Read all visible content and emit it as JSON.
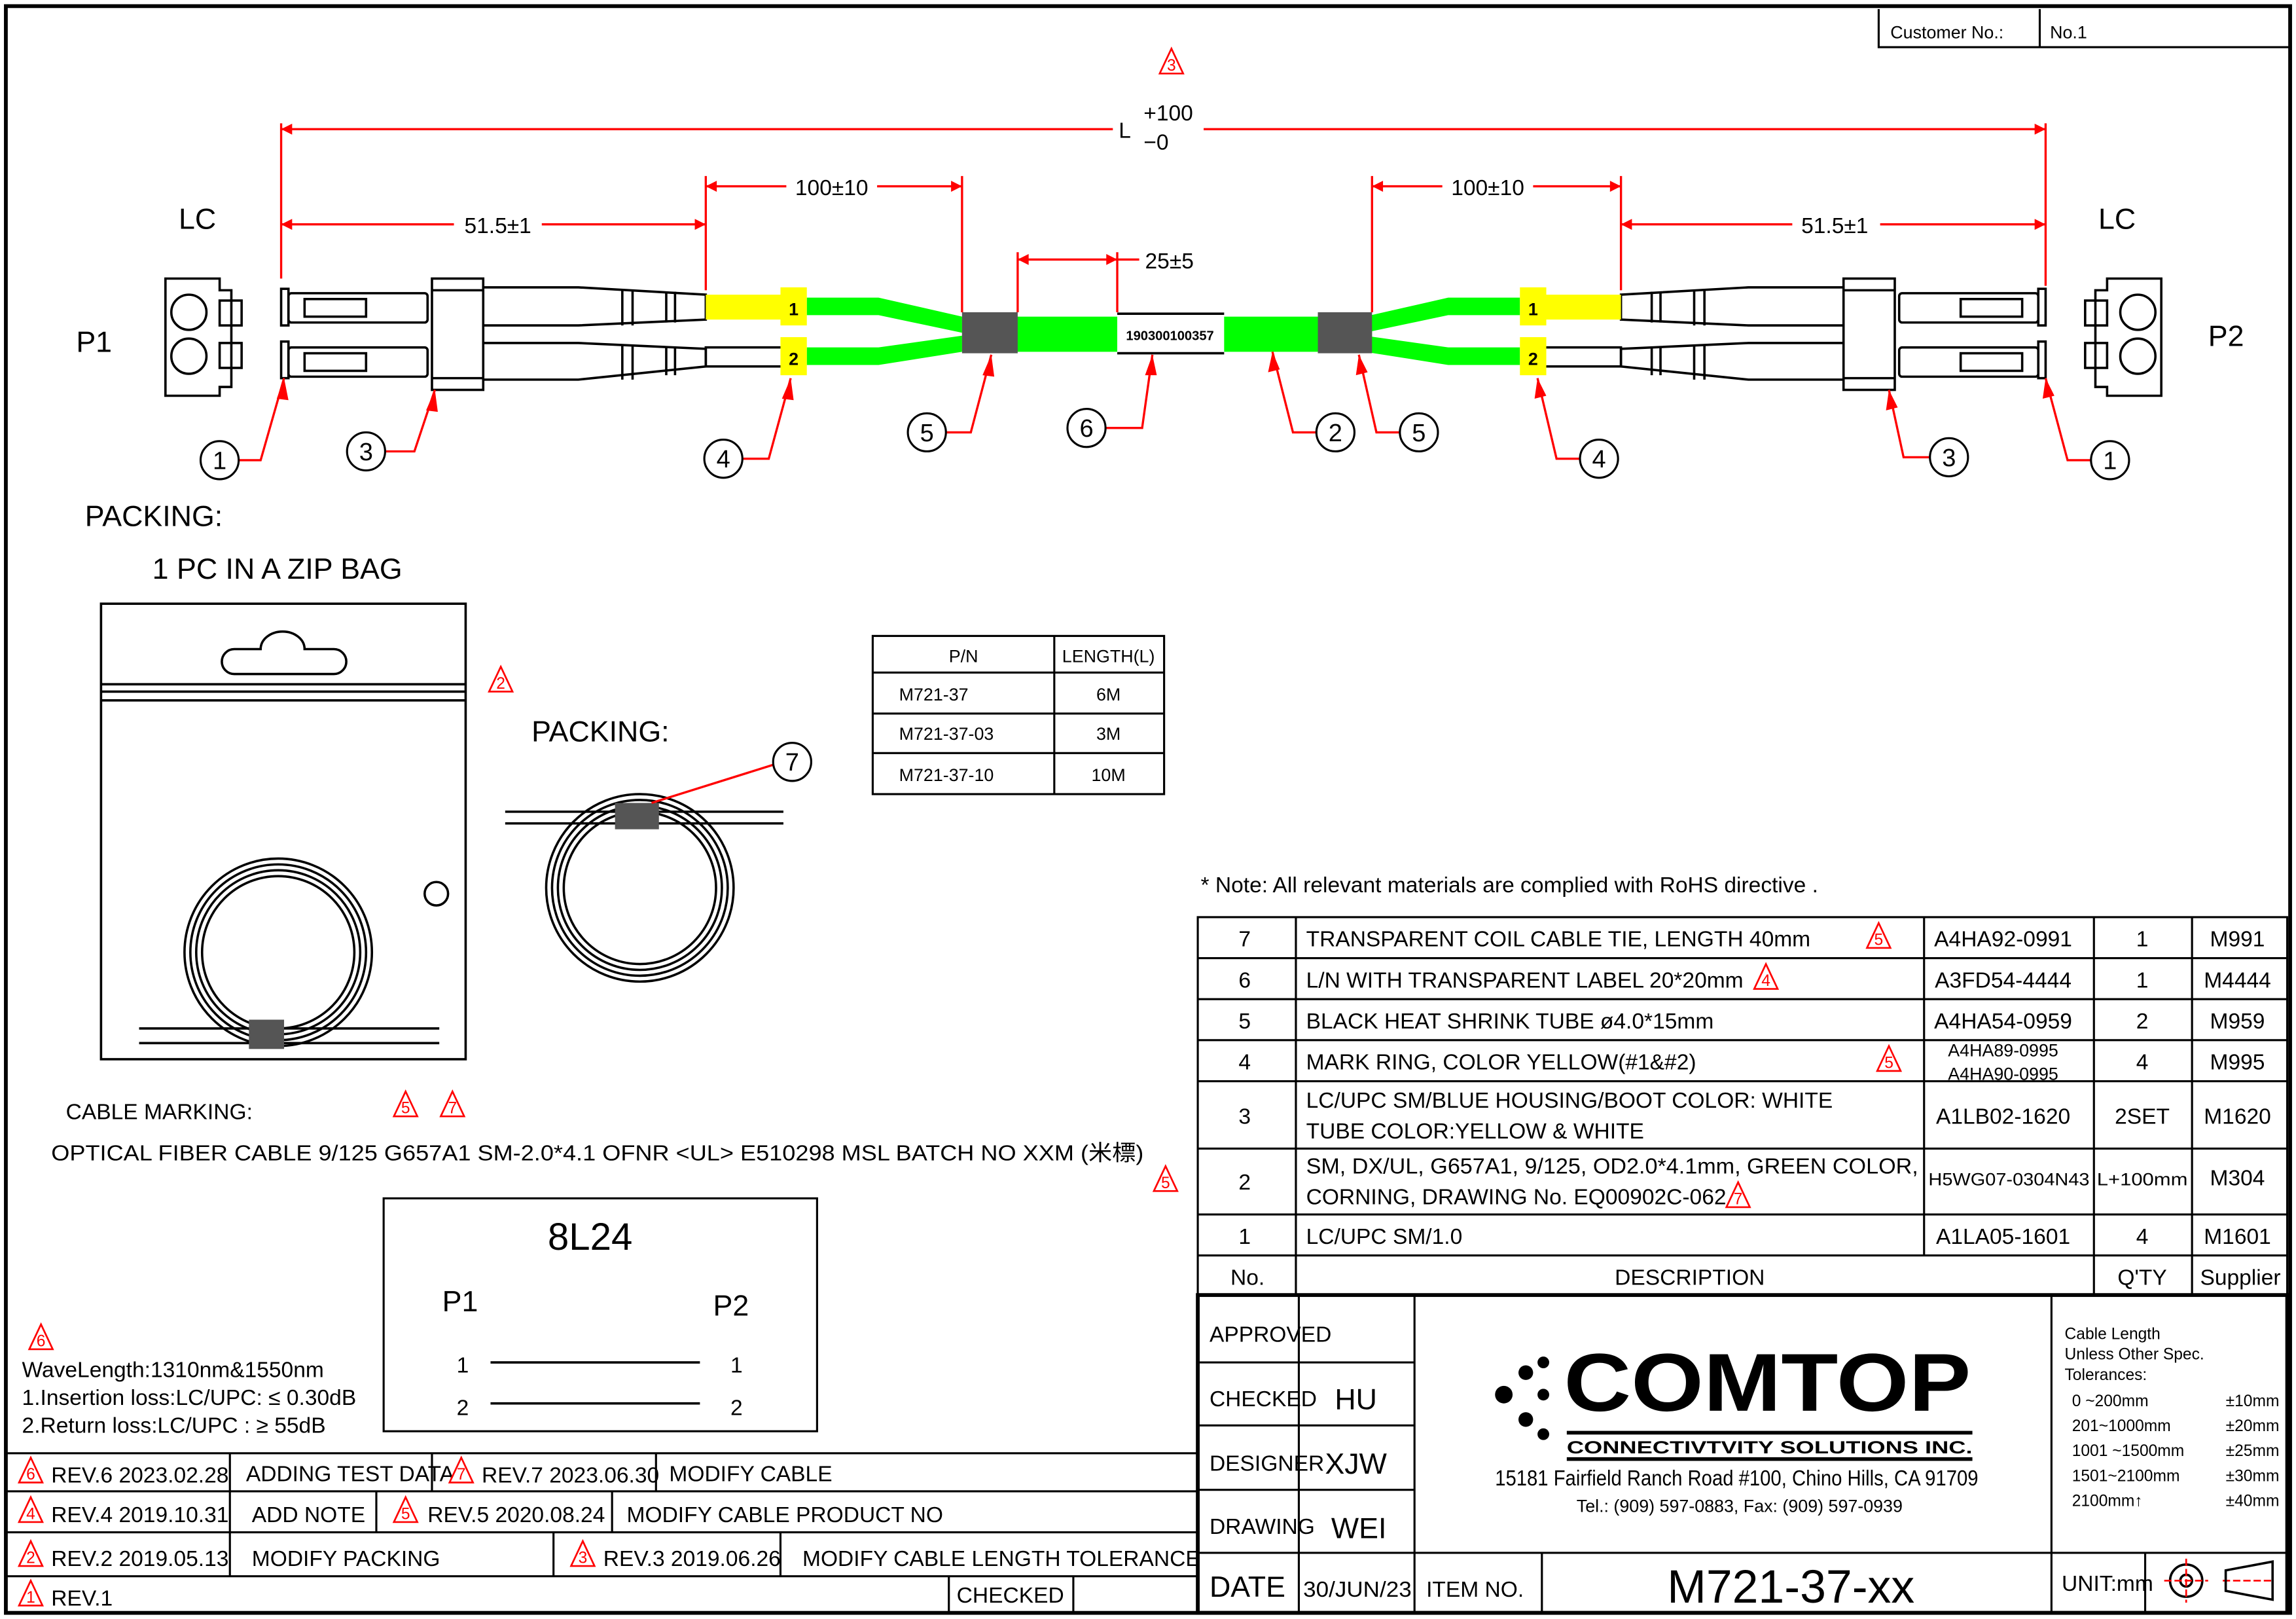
{
  "customer": {
    "label": "Customer No.:",
    "value": "No.1"
  },
  "dimensions": {
    "L": "L",
    "L_plus": "+100",
    "L_minus": "−0",
    "left_conn": "51.5±1",
    "left_breakout": "100±10",
    "label_offset": "25±5",
    "right_breakout": "100±10",
    "right_conn": "51.5±1"
  },
  "connectors": {
    "left_type": "LC",
    "right_type": "LC",
    "left_port": "P1",
    "right_port": "P2"
  },
  "cable": {
    "label_number": "190300100357",
    "ring_1": "1",
    "ring_2": "2",
    "color_green": "#00ff00",
    "color_yellow": "#ffff00",
    "color_shrink": "#555555"
  },
  "balloons": [
    "1",
    "3",
    "4",
    "5",
    "6",
    "2",
    "5",
    "4",
    "3",
    "1"
  ],
  "rev_markers": {
    "top": "3",
    "packing": "2",
    "marking_a": "5",
    "marking_b": "7",
    "marking_c": "5",
    "test": "6"
  },
  "packing": {
    "title": "PACKING:",
    "desc": "1 PC IN A ZIP BAG",
    "title2": "PACKING:",
    "balloon": "7"
  },
  "pn_table": {
    "headers": [
      "P/N",
      "LENGTH(L)"
    ],
    "rows": [
      [
        "M721-37",
        "6M"
      ],
      [
        "M721-37-03",
        "3M"
      ],
      [
        "M721-37-10",
        "10M"
      ]
    ]
  },
  "note": "* Note: All relevant materials are complied with RoHS directive .",
  "cable_marking": {
    "title": "CABLE MARKING:",
    "text": "OPTICAL FIBER CABLE 9/125   G657A1  SM-2.0*4.1  OFNR  <UL>  E510298   MSL   BATCH NO XXM (米標)"
  },
  "test_data": {
    "wavelength": "WaveLength:1310nm&1550nm",
    "insertion": "1.Insertion  loss:LC/UPC: ≤ 0.30dB",
    "return": "2.Return  loss:LC/UPC  : ≥ 55dB"
  },
  "wiring": {
    "title": "8L24",
    "p1": "P1",
    "p2": "P2",
    "l1": "1",
    "l2": "2",
    "r1": "1",
    "r2": "2"
  },
  "bom": {
    "rows": [
      {
        "no": "7",
        "desc": "TRANSPARENT  COIL  CABLE  TIE,  LENGTH  40mm",
        "rev": "5",
        "part": "A4HA92-0991",
        "qty": "1",
        "supplier": "M991"
      },
      {
        "no": "6",
        "desc": "L/N  WITH  TRANSPARENT  LABEL  20*20mm",
        "rev": "4",
        "part": "A3FD54-4444",
        "qty": "1",
        "supplier": "M4444"
      },
      {
        "no": "5",
        "desc": "BLACK  HEAT  SHRINK  TUBE  ø4.0*15mm",
        "part": "A4HA54-0959",
        "qty": "2",
        "supplier": "M959"
      },
      {
        "no": "4",
        "desc": "MARK  RING,  COLOR  YELLOW(#1&#2)",
        "rev": "5",
        "part": "A4HA89-0995",
        "part2": "A4HA90-0995",
        "qty": "4",
        "supplier": "M995"
      },
      {
        "no": "3",
        "desc": "LC/UPC  SM/BLUE  HOUSING/BOOT  COLOR:  WHITE",
        "desc2": "TUBE  COLOR:YELLOW  &  WHITE",
        "part": "A1LB02-1620",
        "qty": "2SET",
        "supplier": "M1620"
      },
      {
        "no": "2",
        "desc": "SM,  DX/UL,  G657A1,  9/125,  OD2.0*4.1mm,  GREEN  COLOR,",
        "desc2": "CORNING,  DRAWING  No.  EQ00902C-062",
        "rev": "7",
        "part": "H5WG07-0304N43",
        "qty": "L+100mm",
        "supplier": "M304"
      },
      {
        "no": "1",
        "desc": "LC/UPC  SM/1.0",
        "part": "A1LA05-1601",
        "qty": "4",
        "supplier": "M1601"
      }
    ],
    "headers": {
      "no": "No.",
      "desc": "DESCRIPTION",
      "qty": "Q'TY",
      "supplier": "Supplier"
    }
  },
  "title_block": {
    "approved_label": "APPROVED",
    "approved": "",
    "checked_label": "CHECKED",
    "checked": "HU",
    "designer_label": "DESIGNER",
    "designer": "XJW",
    "drawing_label": "DRAWING",
    "drawing": "WEI",
    "date_label": "DATE",
    "date": "30/JUN/23",
    "item_label": "ITEM  NO.",
    "item": "M721-37-xx",
    "unit": "UNIT:mm",
    "company": "COMTOP",
    "company_sub": "CONNECTIVTVITY  SOLUTIONS  INC.",
    "address": "15181  Fairfield  Ranch  Road  #100,  Chino  Hills,  CA  91709",
    "phone": "Tel.: (909) 597-0883,  Fax: (909) 597-0939",
    "tol_title1": "Cable  Length",
    "tol_title2": "Unless  Other  Spec.",
    "tol_title3": "Tolerances:",
    "tolerances": [
      [
        "0  ~200mm",
        "±10mm"
      ],
      [
        "201~1000mm",
        "±20mm"
      ],
      [
        "1001  ~1500mm",
        "±25mm"
      ],
      [
        "1501~2100mm",
        "±30mm"
      ],
      [
        "2100mm↑",
        "±40mm"
      ]
    ]
  },
  "revisions": [
    {
      "mark": "6",
      "rev": "REV.6  2023.02.28",
      "desc": "ADDING  TEST  DATA"
    },
    {
      "mark": "7",
      "rev": "REV.7  2023.06.30",
      "desc": "MODIFY  CABLE"
    },
    {
      "mark": "4",
      "rev": "REV.4  2019.10.31",
      "desc": "ADD  NOTE"
    },
    {
      "mark": "5",
      "rev": "REV.5    2020.08.24",
      "desc": "MODIFY  CABLE  PRODUCT  NO"
    },
    {
      "mark": "2",
      "rev": "REV.2  2019.05.13",
      "desc": "MODIFY  PACKING"
    },
    {
      "mark": "3",
      "rev": "REV.3  2019.06.26",
      "desc": "MODIFY  CABLE  LENGTH  TOLERANCE"
    },
    {
      "mark": "1",
      "rev": "REV.1",
      "desc": ""
    }
  ],
  "rev_checked": "CHECKED"
}
